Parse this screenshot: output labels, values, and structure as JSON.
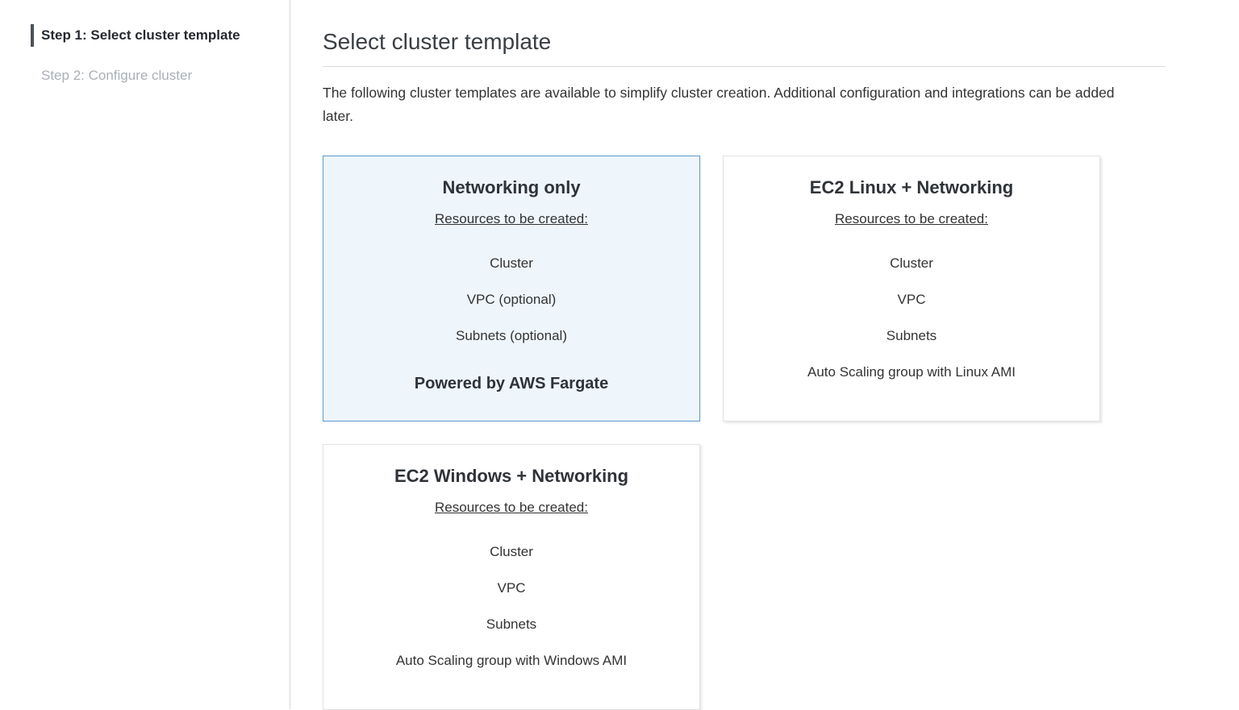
{
  "sidebar": {
    "steps": [
      {
        "label": "Step 1: Select cluster template"
      },
      {
        "label": "Step 2: Configure cluster"
      }
    ]
  },
  "main": {
    "title": "Select cluster template",
    "description": "The following cluster templates are available to simplify cluster creation. Additional configuration and integrations can be added later.",
    "cards": [
      {
        "title": "Networking only",
        "resources_heading": "Resources to be created:",
        "resources": [
          "Cluster",
          "VPC (optional)",
          "Subnets (optional)"
        ],
        "footer": "Powered by AWS Fargate",
        "selected": true
      },
      {
        "title": "EC2 Linux + Networking",
        "resources_heading": "Resources to be created:",
        "resources": [
          "Cluster",
          "VPC",
          "Subnets",
          "Auto Scaling group with Linux AMI"
        ],
        "footer": "",
        "selected": false
      },
      {
        "title": "EC2 Windows + Networking",
        "resources_heading": "Resources to be created:",
        "resources": [
          "Cluster",
          "VPC",
          "Subnets",
          "Auto Scaling group with Windows AMI"
        ],
        "footer": "",
        "selected": false
      }
    ]
  },
  "colors": {
    "selected_border": "#5f9cd3",
    "selected_background": "#eef5fb",
    "active_step_bar": "#4b5258"
  }
}
